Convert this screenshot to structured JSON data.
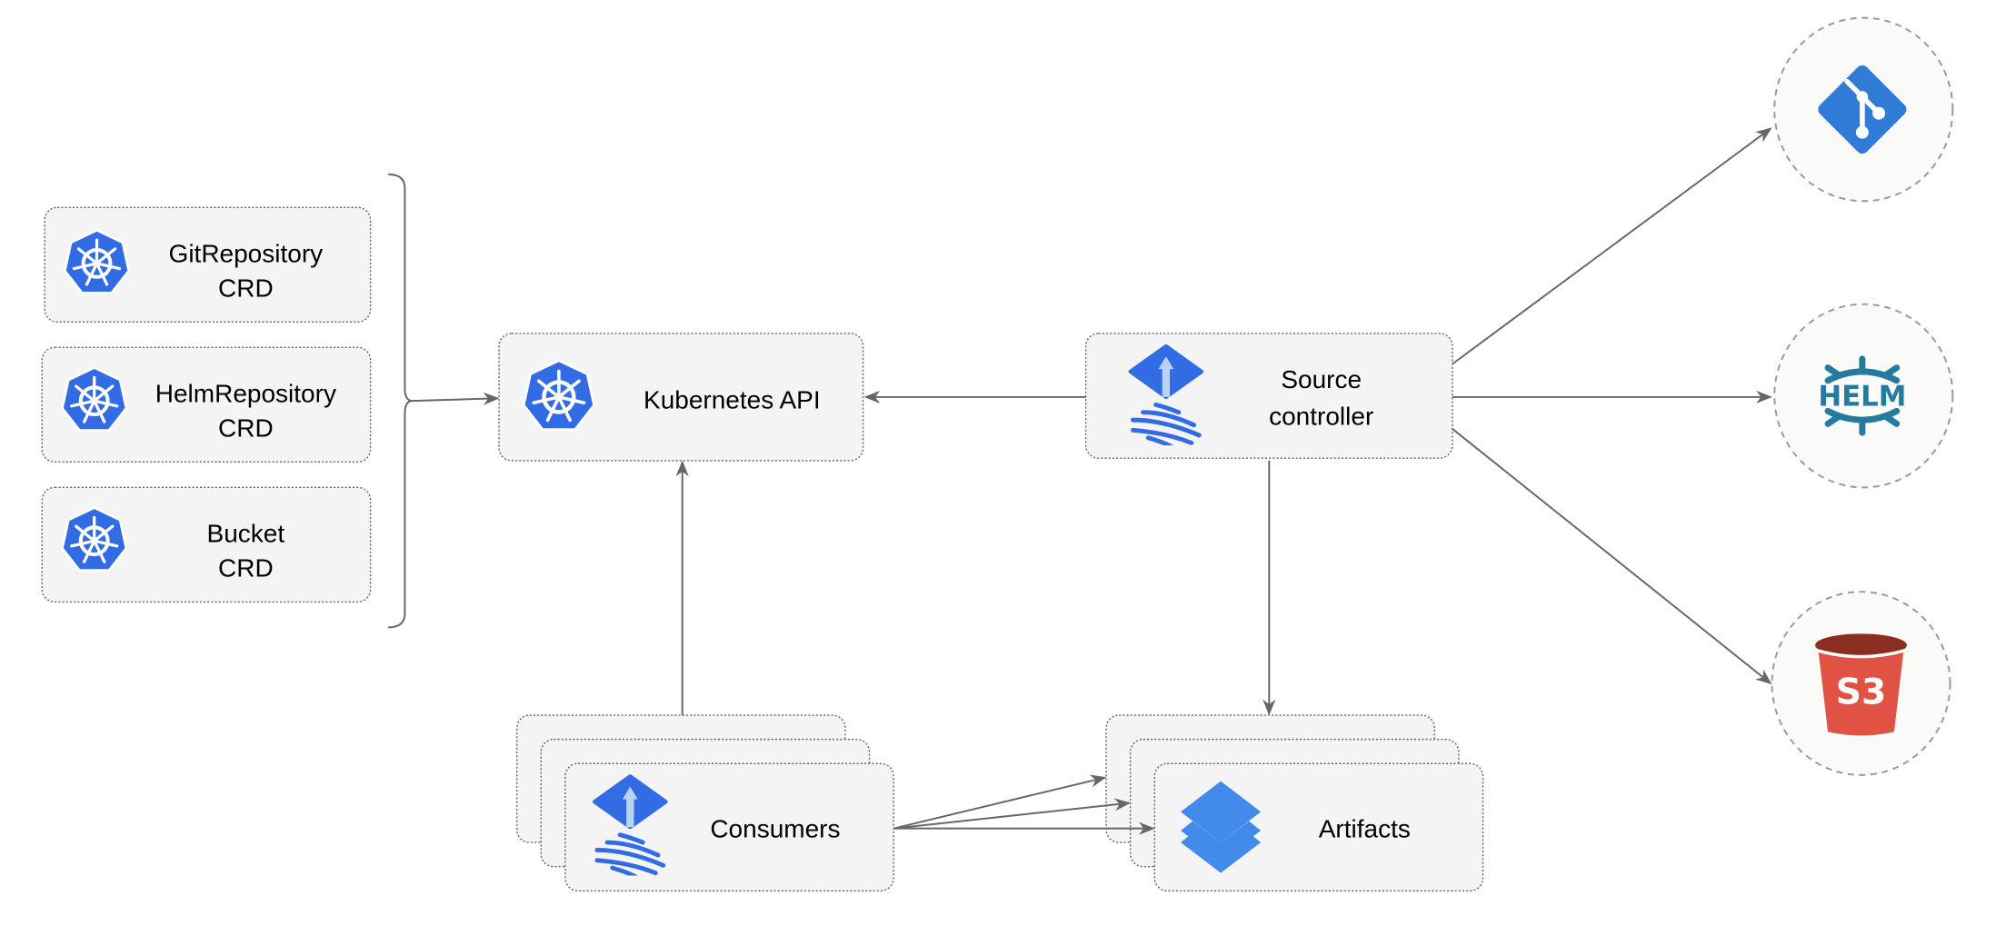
{
  "crds": [
    {
      "line1": "GitRepository",
      "line2": "CRD",
      "icon": "kubernetes-icon"
    },
    {
      "line1": "HelmRepository",
      "line2": "CRD",
      "icon": "kubernetes-icon"
    },
    {
      "line1": "Bucket",
      "line2": "CRD",
      "icon": "kubernetes-icon"
    }
  ],
  "kubernetes_api": {
    "label": "Kubernetes API",
    "icon": "kubernetes-icon"
  },
  "source_controller": {
    "line1": "Source",
    "line2": "controller",
    "icon": "flux-icon"
  },
  "consumers": {
    "label": "Consumers",
    "icon": "flux-icon"
  },
  "artifacts": {
    "label": "Artifacts",
    "icon": "layers-icon"
  },
  "sources": [
    {
      "name": "git",
      "icon": "git-icon"
    },
    {
      "name": "helm",
      "icon": "helm-icon",
      "logo_text": "HELM"
    },
    {
      "name": "s3",
      "icon": "s3-bucket-icon",
      "logo_text": "S3"
    }
  ],
  "colors": {
    "kubernetes": "#326CE5",
    "git": "#2F7BD6",
    "helm": "#277A9F",
    "s3": "#E05243",
    "s3_dark": "#8C2D22",
    "layers": "#428BEA"
  }
}
